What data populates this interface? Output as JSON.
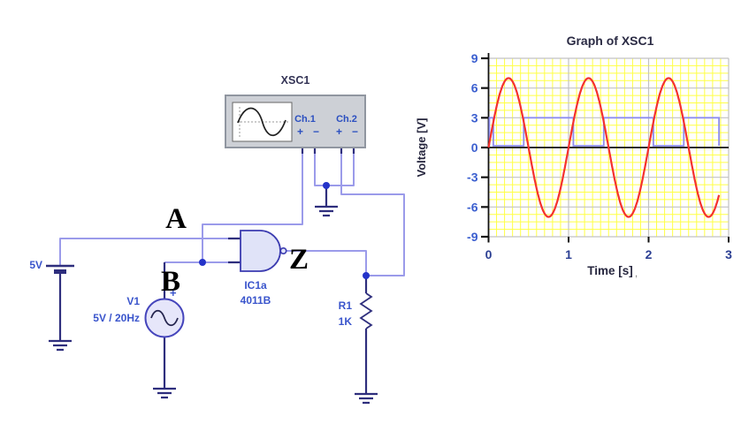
{
  "window": {
    "background": "#ffffff"
  },
  "circuit": {
    "oscilloscope": {
      "label": "XSC1",
      "channel1": "Ch.1",
      "channel2": "Ch.2",
      "ch1_plus": "+",
      "ch1_minus": "−",
      "ch2_plus": "+",
      "ch2_minus": "−"
    },
    "battery": {
      "value": "5V"
    },
    "source": {
      "name": "V1",
      "value": "5V / 20Hz",
      "polarity": "+"
    },
    "gate": {
      "designator": "IC1a",
      "part_number": "4011B"
    },
    "resistor": {
      "designator": "R1",
      "value": "1K"
    },
    "nodes": {
      "input_a": "A",
      "input_b": "B",
      "output_z": "Z"
    }
  },
  "chart_data": {
    "type": "line",
    "title": "Graph of XSC1",
    "xlabel": "Time [s]",
    "ylabel": "Voltage [V]",
    "xlim": [
      0,
      3
    ],
    "ylim": [
      -9,
      9
    ],
    "x_ticks": [
      0,
      1,
      2,
      3
    ],
    "y_ticks": [
      9,
      6,
      3,
      0,
      -3,
      -6,
      -9
    ],
    "x_minor_step": 0.1,
    "y_minor_step": 0.75,
    "grid": true,
    "legend": "none",
    "colors": {
      "minor_grid": "#ffff44",
      "major_grid": "#c2c2c2",
      "axis": "#111111",
      "sine": "#f5312d",
      "square": "#8d8df0",
      "y_tick_labels": "#3a5ecf",
      "x_tick_labels": "#2b3f93"
    },
    "series": [
      {
        "name": "Ch.1 sine input (B)",
        "type": "sine",
        "color": "#f5312d",
        "amplitude": 7,
        "period": 1,
        "phase_deg": 0,
        "t_start": 0,
        "t_end": 2.88
      },
      {
        "name": "Ch.2 gate output (Z)",
        "type": "square",
        "color": "#8d8df0",
        "high": 3,
        "low": 0.18,
        "t_start": 0,
        "t_end": 2.88,
        "high_intervals": [
          [
            0.01,
            0.06
          ],
          [
            0.44,
            1.06
          ],
          [
            1.44,
            2.06
          ],
          [
            2.44,
            2.88
          ]
        ]
      }
    ],
    "footnote_mark": ","
  }
}
